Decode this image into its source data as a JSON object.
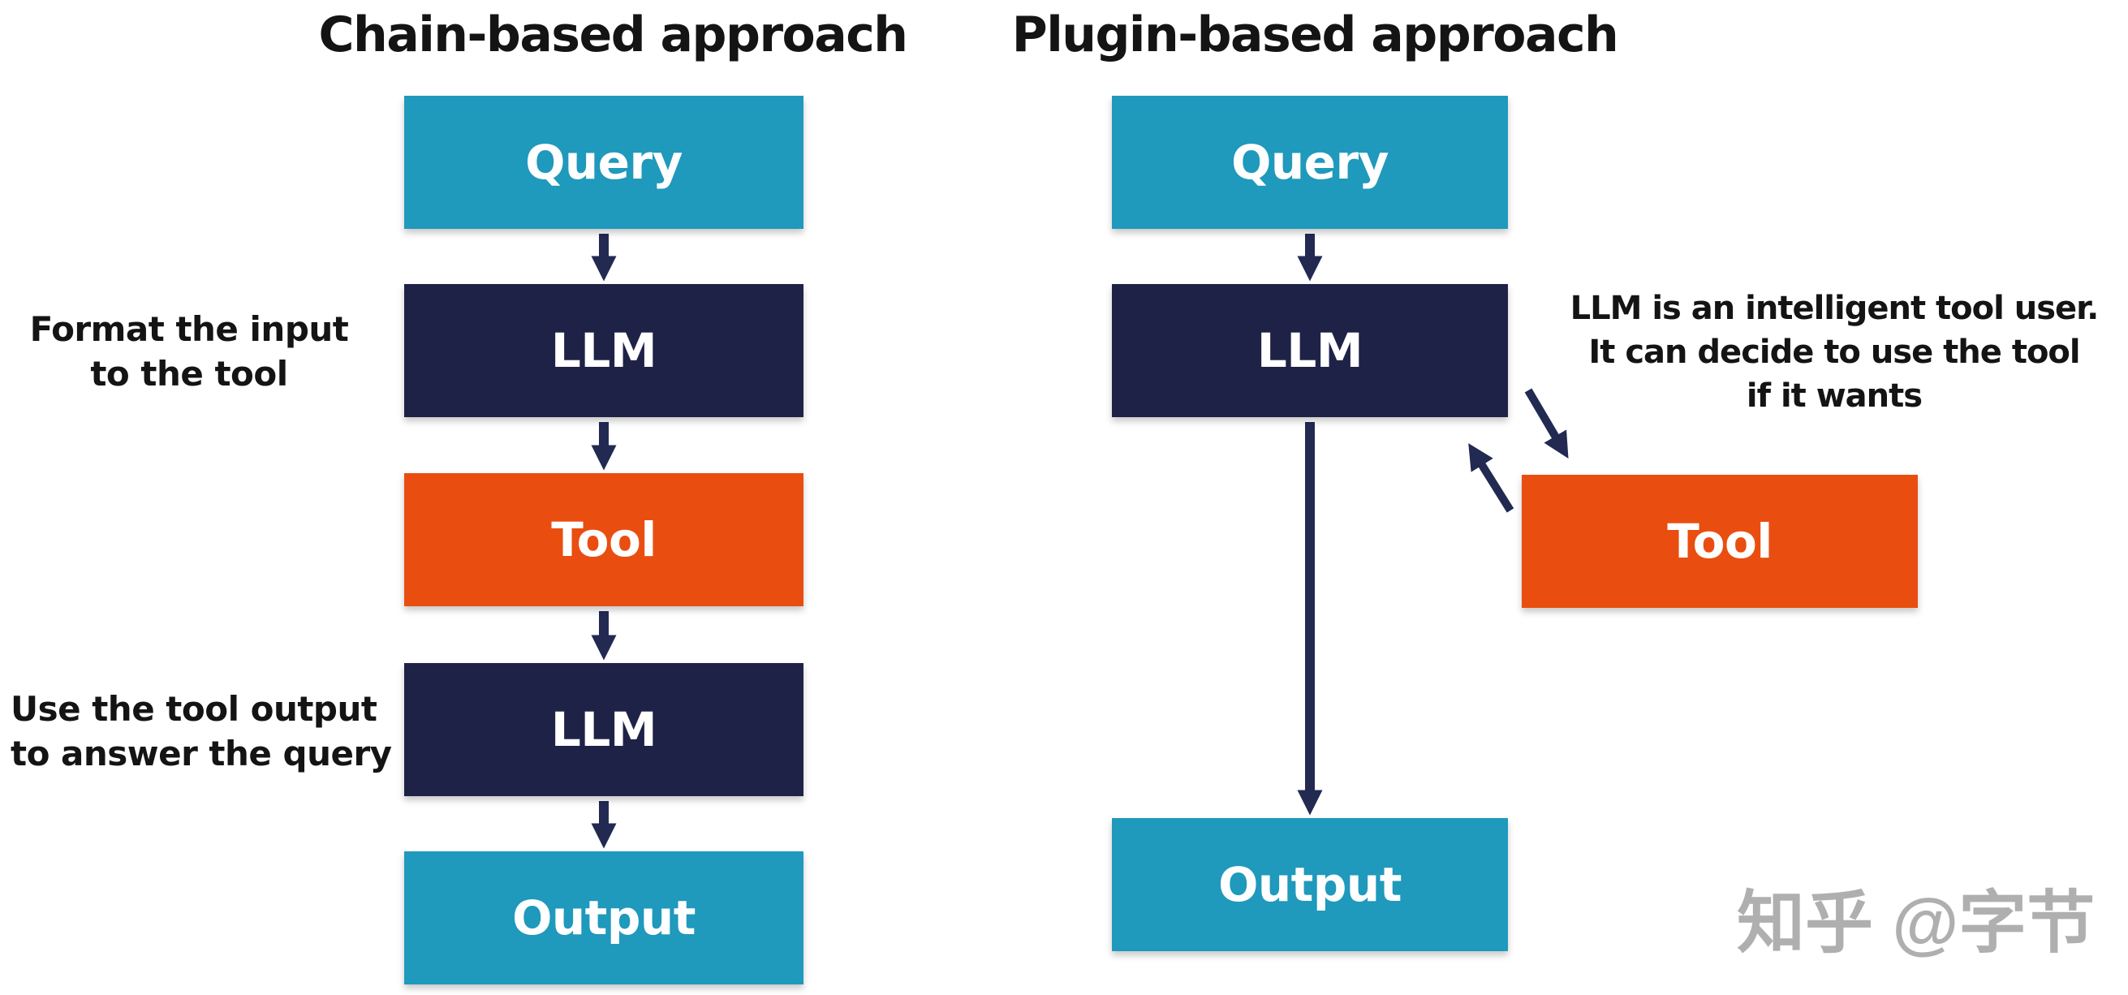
{
  "colors": {
    "teal": "#1F99BC",
    "navy": "#1F2247",
    "orange": "#E94E10",
    "arrow": "#222A52",
    "text": "#141414",
    "watermark": "#AFAFAF"
  },
  "left": {
    "title": "Chain-based approach",
    "nodes": [
      {
        "label": "Query",
        "type": "io"
      },
      {
        "label": "LLM",
        "type": "llm"
      },
      {
        "label": "Tool",
        "type": "tool"
      },
      {
        "label": "LLM",
        "type": "llm"
      },
      {
        "label": "Output",
        "type": "io"
      }
    ],
    "notes": [
      {
        "lines": [
          "Format the input",
          "to the tool"
        ]
      },
      {
        "lines": [
          "Use the tool output",
          "to answer the query"
        ]
      }
    ]
  },
  "right": {
    "title": "Plugin-based approach",
    "nodes": [
      {
        "label": "Query",
        "type": "io"
      },
      {
        "label": "LLM",
        "type": "llm"
      },
      {
        "label": "Tool",
        "type": "tool"
      },
      {
        "label": "Output",
        "type": "io"
      }
    ],
    "note": {
      "lines": [
        "LLM is an intelligent tool user.",
        "It can decide to use the tool",
        "if it wants"
      ]
    }
  },
  "watermark": "知乎 @字节"
}
